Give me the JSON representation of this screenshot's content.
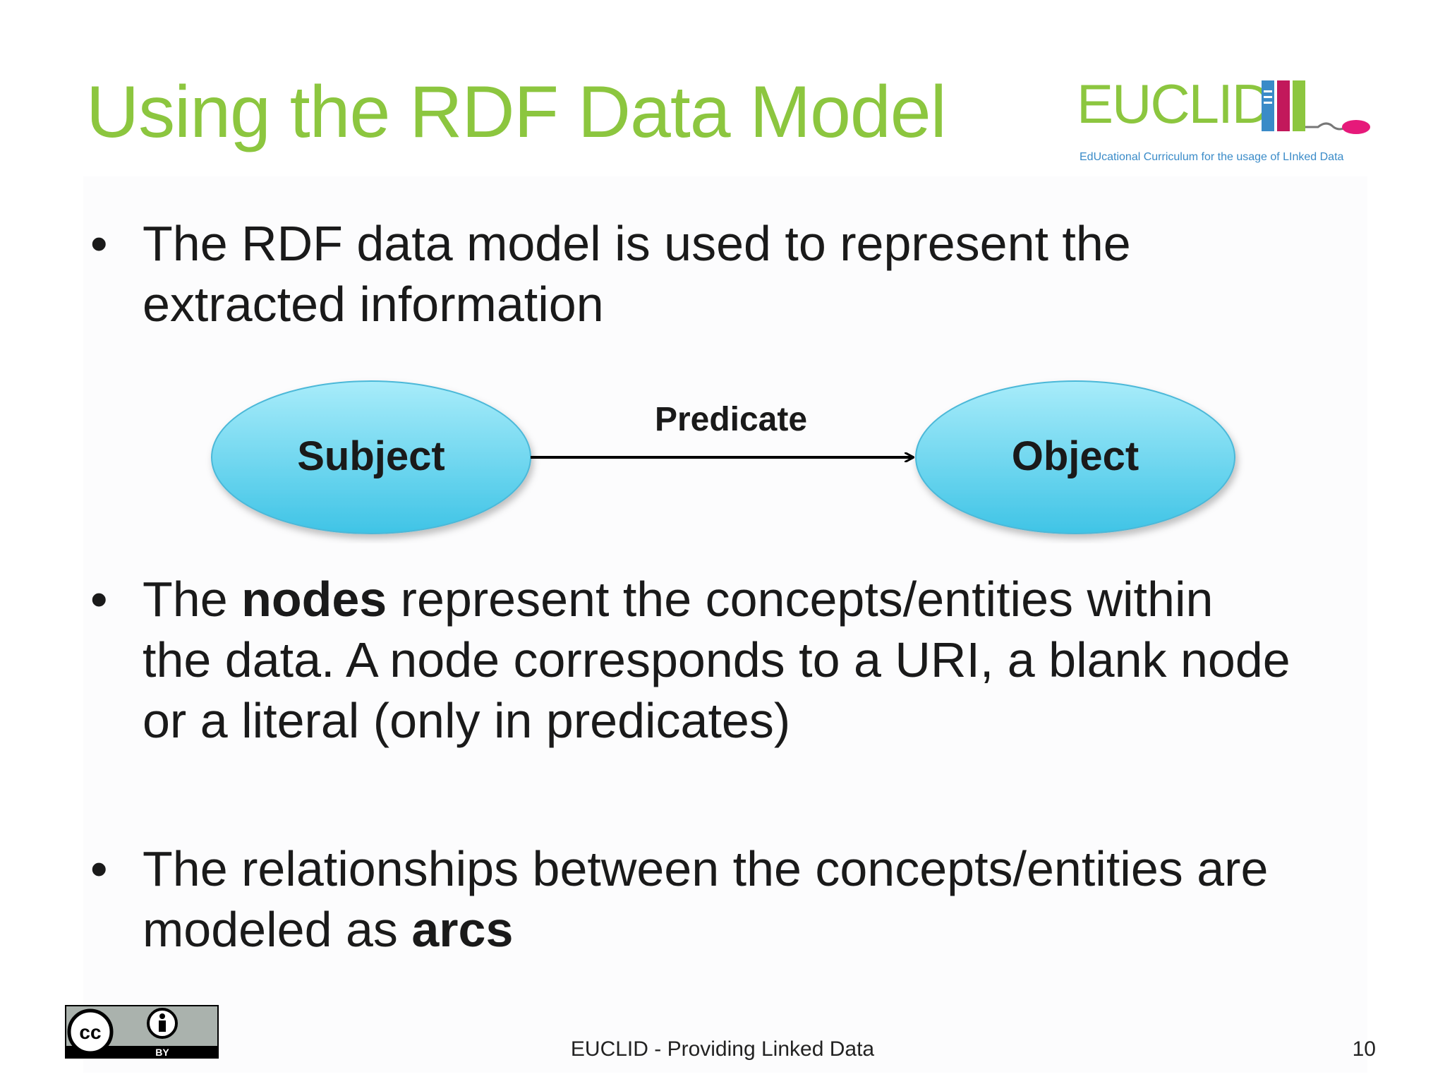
{
  "slide": {
    "title": "Using the RDF Data Model",
    "logo": {
      "wordmark": "EUCLID",
      "tagline": "EdUcational Curriculum for the usage of LInked Data",
      "colors": {
        "wordmark": "#8cc63f",
        "tagline": "#3a8bc8",
        "book_1": "#3a8bc8",
        "book_2": "#c2185b",
        "book_3": "#8cc63f",
        "mouse": "#e6197a"
      }
    },
    "bullets": [
      {
        "marker": "•",
        "lines": [
          "The RDF data model is used to represent the",
          "extracted information"
        ]
      },
      {
        "marker": "•",
        "prefix": "The ",
        "bold": "nodes",
        "lines_after_bold": [
          " represent the concepts/entities within",
          "the data. A node corresponds to a URI, a blank node",
          "or a literal (only in predicates)"
        ]
      },
      {
        "marker": "•",
        "line1": "The relationships between the concepts/entities are",
        "line2_prefix": "modeled as ",
        "line2_bold": "arcs"
      }
    ],
    "diagram": {
      "subject_label": "Subject",
      "predicate_label": "Predicate",
      "object_label": "Object",
      "node_color_top": "#a8ecfa",
      "node_color_bottom": "#3fc4e6"
    },
    "footer": {
      "license_icon": "cc-by-icon",
      "license_text": "BY",
      "center_text": "EUCLID - Providing Linked Data",
      "page_number": "10"
    },
    "colors": {
      "title": "#8cc63f",
      "body_text": "#1a1a1a"
    }
  }
}
